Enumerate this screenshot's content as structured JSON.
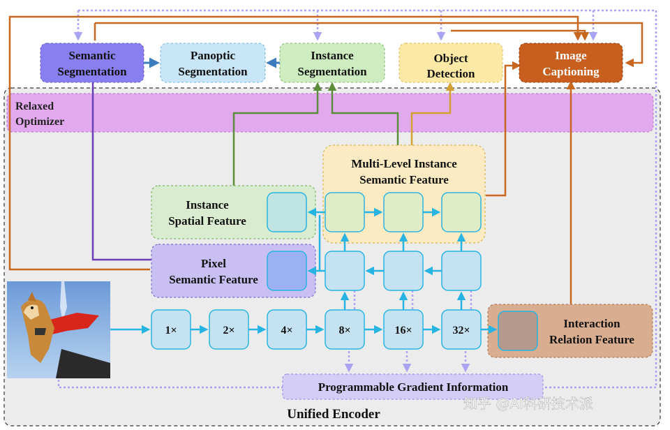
{
  "tasks": {
    "semantic_segmentation": [
      "Semantic",
      "Segmentation"
    ],
    "panoptic_segmentation": [
      "Panoptic",
      "Segmentation"
    ],
    "instance_segmentation": [
      "Instance",
      "Segmentation"
    ],
    "object_detection": [
      "Object",
      "Detection"
    ],
    "image_captioning": [
      "Image",
      "Captioning"
    ]
  },
  "relaxed_optimizer": [
    "Relaxed",
    "Optimizer"
  ],
  "features": {
    "multi_level": [
      "Multi-Level Instance",
      "Semantic Feature"
    ],
    "instance_spatial": [
      "Instance",
      "Spatial Feature"
    ],
    "pixel_semantic": [
      "Pixel",
      "Semantic Feature"
    ],
    "interaction_relation": [
      "Interaction",
      "Relation Feature"
    ]
  },
  "scales": [
    "1×",
    "2×",
    "4×",
    "8×",
    "16×",
    "32×"
  ],
  "pgi": "Programmable Gradient Information",
  "encoder": "Unified Encoder",
  "watermark": "知乎 @AI科研技术派",
  "colors": {
    "semantic": "#8a7ff0",
    "panoptic": "#c8e6f7",
    "instance": "#cdecc0",
    "detection": "#fde9a6",
    "captioning": "#c95f1e",
    "relaxed": "#e3a9ef",
    "arrow_orange": "#c8671f",
    "arrow_purple": "#6a3fb3",
    "arrow_green": "#5a8c3a",
    "arrow_gold": "#d4a030",
    "arrow_cyan": "#28b4e2",
    "dotted": "#a9a3f2"
  },
  "icons": [
    "shiba-dog-image"
  ]
}
